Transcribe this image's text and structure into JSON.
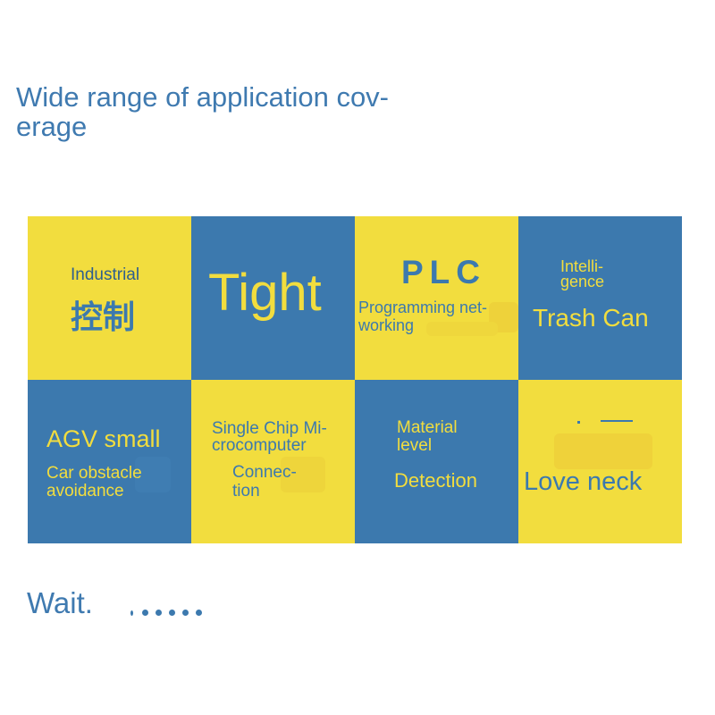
{
  "heading": {
    "line1": "Wide range of application cov-",
    "line2": "erage"
  },
  "cells": [
    {
      "small": "Industrial",
      "big": "控制"
    },
    {
      "big": "Tight"
    },
    {
      "big": "PLC",
      "small_line1": "Programming net-",
      "small_line2": "working"
    },
    {
      "small_line1": "Intelli-",
      "small_line2": "gence",
      "big": "Trash Can"
    },
    {
      "big": "AGV small",
      "small_line1": "Car obstacle",
      "small_line2": "avoidance"
    },
    {
      "small_line1": "Single Chip Mi-",
      "small_line2": "crocomputer",
      "sub_line1": "Connec-",
      "sub_line2": "tion"
    },
    {
      "small_line1": "Material",
      "small_line2": "level",
      "big": "Detection"
    },
    {
      "big": "Love neck"
    }
  ],
  "footer": {
    "text": "Wait."
  },
  "colors": {
    "yellow": "#f2dd3e",
    "blue": "#3c79ae",
    "heading": "#3f7ab0"
  }
}
